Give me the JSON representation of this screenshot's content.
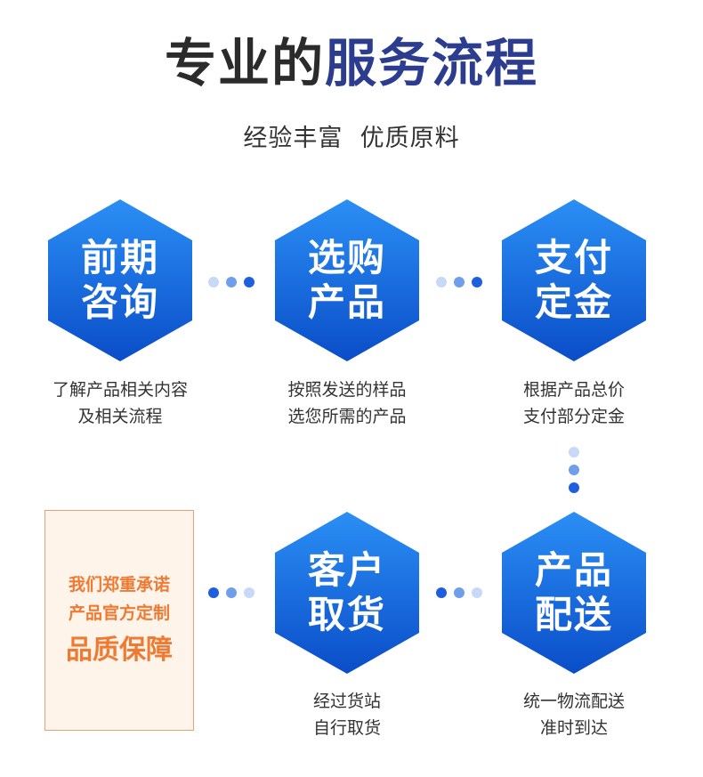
{
  "header": {
    "title_prefix": "专业的",
    "title_highlight": "服务流程",
    "subtitle": "经验丰富  优质原料"
  },
  "steps": [
    {
      "line1": "前期",
      "line2": "咨询",
      "desc1": "了解产品相关内容",
      "desc2": "及相关流程"
    },
    {
      "line1": "选购",
      "line2": "产品",
      "desc1": "按照发送的样品",
      "desc2": "选您所需的产品"
    },
    {
      "line1": "支付",
      "line2": "定金",
      "desc1": "根据产品总价",
      "desc2": "支付部分定金"
    },
    {
      "line1": "产品",
      "line2": "配送",
      "desc1": "统一物流配送",
      "desc2": "准时到达"
    },
    {
      "line1": "客户",
      "line2": "取货",
      "desc1": "经过货站",
      "desc2": "自行取货"
    }
  ],
  "promo": {
    "line1": "我们郑重承诺",
    "line2": "产品官方定制",
    "line3": "品质保障"
  },
  "colors": {
    "hex_top": "#2b8ff5",
    "hex_bottom": "#0a4dc8",
    "title_highlight": "#2c3d8f",
    "promo_text": "#ee7a33"
  }
}
